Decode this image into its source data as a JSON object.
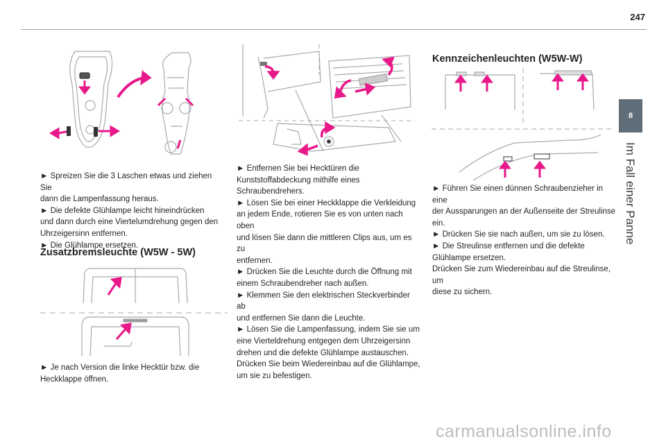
{
  "page": {
    "number": "247",
    "chapter_tab": "8",
    "chapter_title": "Im Fall einer Panne"
  },
  "col1": {
    "text1": [
      "► Spreizen Sie die 3 Laschen etwas und ziehen Sie",
      "dann die Lampenfassung heraus.",
      "► Die defekte Glühlampe leicht hineindrücken",
      "und dann durch eine Viertelumdrehung gegen den",
      "Uhrzeigersinn entfernen.",
      "► Die Glühlampe ersetzen."
    ],
    "heading": "Zusatzbremsleuchte (W5W - 5W)",
    "text2": [
      "► Je nach Version die linke Hecktür bzw. die",
      "Heckklappe öffnen."
    ]
  },
  "col2": {
    "text": [
      "► Entfernen Sie bei Hecktüren die",
      "Kunststoffabdeckung mithilfe eines Schraubendrehers.",
      "► Lösen Sie bei einer Heckklappe die Verkleidung",
      "an jedem Ende, rotieren Sie es von unten nach oben",
      "und lösen Sie dann die mittleren Clips aus, um es zu",
      "entfernen.",
      "► Drücken Sie die Leuchte durch die Öffnung mit",
      "einem Schraubendreher nach außen.",
      "► Klemmen Sie den elektrischen Steckverbinder ab",
      "und entfernen Sie dann die Leuchte.",
      "► Lösen Sie die Lampenfassung, indem Sie sie um",
      "eine Vierteldrehung entgegen dem Uhrzeigersinn",
      "drehen und die defekte Glühlampe austauschen.",
      "Drücken Sie beim Wiedereinbau auf die Glühlampe,",
      "um sie zu befestigen."
    ]
  },
  "col3": {
    "heading": "Kennzeichenleuchten (W5W-W)",
    "text": [
      "► Führen Sie einen dünnen Schraubenzieher in eine",
      "der Aussparungen an der Außenseite der Streulinse",
      "ein.",
      "► Drücken Sie sie nach außen, um sie zu lösen.",
      "► Die Streulinse entfernen und die defekte",
      "Glühlampe ersetzen.",
      "Drücken Sie zum Wiedereinbau auf die Streulinse, um",
      "diese zu sichern."
    ]
  },
  "watermark": "carmanualsonline.info",
  "colors": {
    "accent": "#e8178a",
    "tab": "#5f6e78",
    "line": "#9aa3ab"
  }
}
